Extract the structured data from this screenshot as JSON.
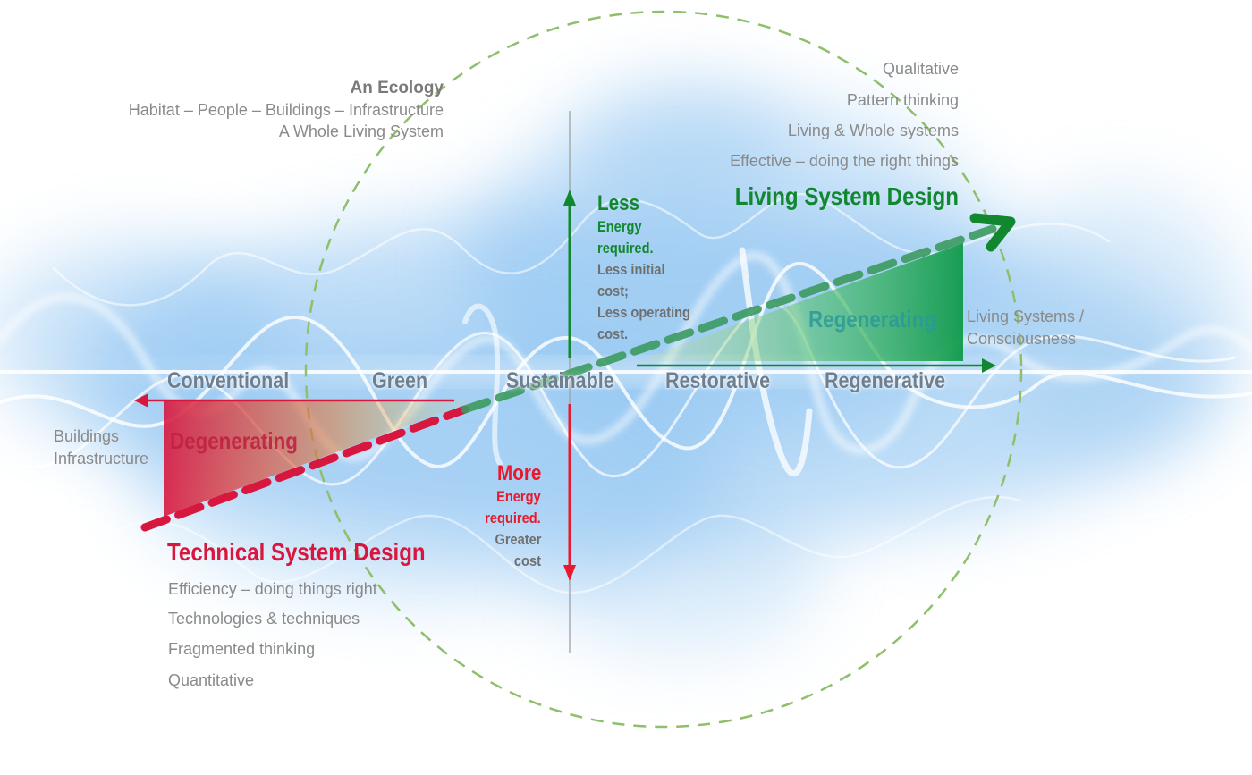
{
  "ecology": {
    "title": "An Ecology",
    "line1": "Habitat – People – Buildings – Infrastructure",
    "line2": "A Whole Living System"
  },
  "living": {
    "qualities": [
      "Qualitative",
      "Pattern thinking",
      "Living & Whole systems",
      "Effective – doing the right things"
    ],
    "heading": "Living System Design",
    "region_label": "Regenerating",
    "endpoint": [
      "Living Systems /",
      "Consciousness"
    ]
  },
  "technical": {
    "heading": "Technical System Design",
    "qualities": [
      "Efficiency – doing things right",
      "Technologies & techniques",
      "Fragmented thinking",
      "Quantitative"
    ],
    "region_label": "Degenerating",
    "endpoint": [
      "Buildings",
      "Infrastructure"
    ]
  },
  "less": {
    "title": "Less",
    "line1": "Energy",
    "line2": "required.",
    "line3": "Less initial",
    "line4": "cost;",
    "line5": "Less operating",
    "line6": "cost."
  },
  "more": {
    "title": "More",
    "line1": "Energy",
    "line2": "required.",
    "line3": "Greater",
    "line4": "cost"
  },
  "scale": [
    "Conventional",
    "Green",
    "Sustainable",
    "Restorative",
    "Regenerative"
  ],
  "colors": {
    "green": "#11872f",
    "red": "#d8173f",
    "grey_text": "#8a8a8a",
    "scale_text": "#6f7f8f",
    "circle": "#8fbf6a",
    "glow": "#6fb4ee"
  }
}
